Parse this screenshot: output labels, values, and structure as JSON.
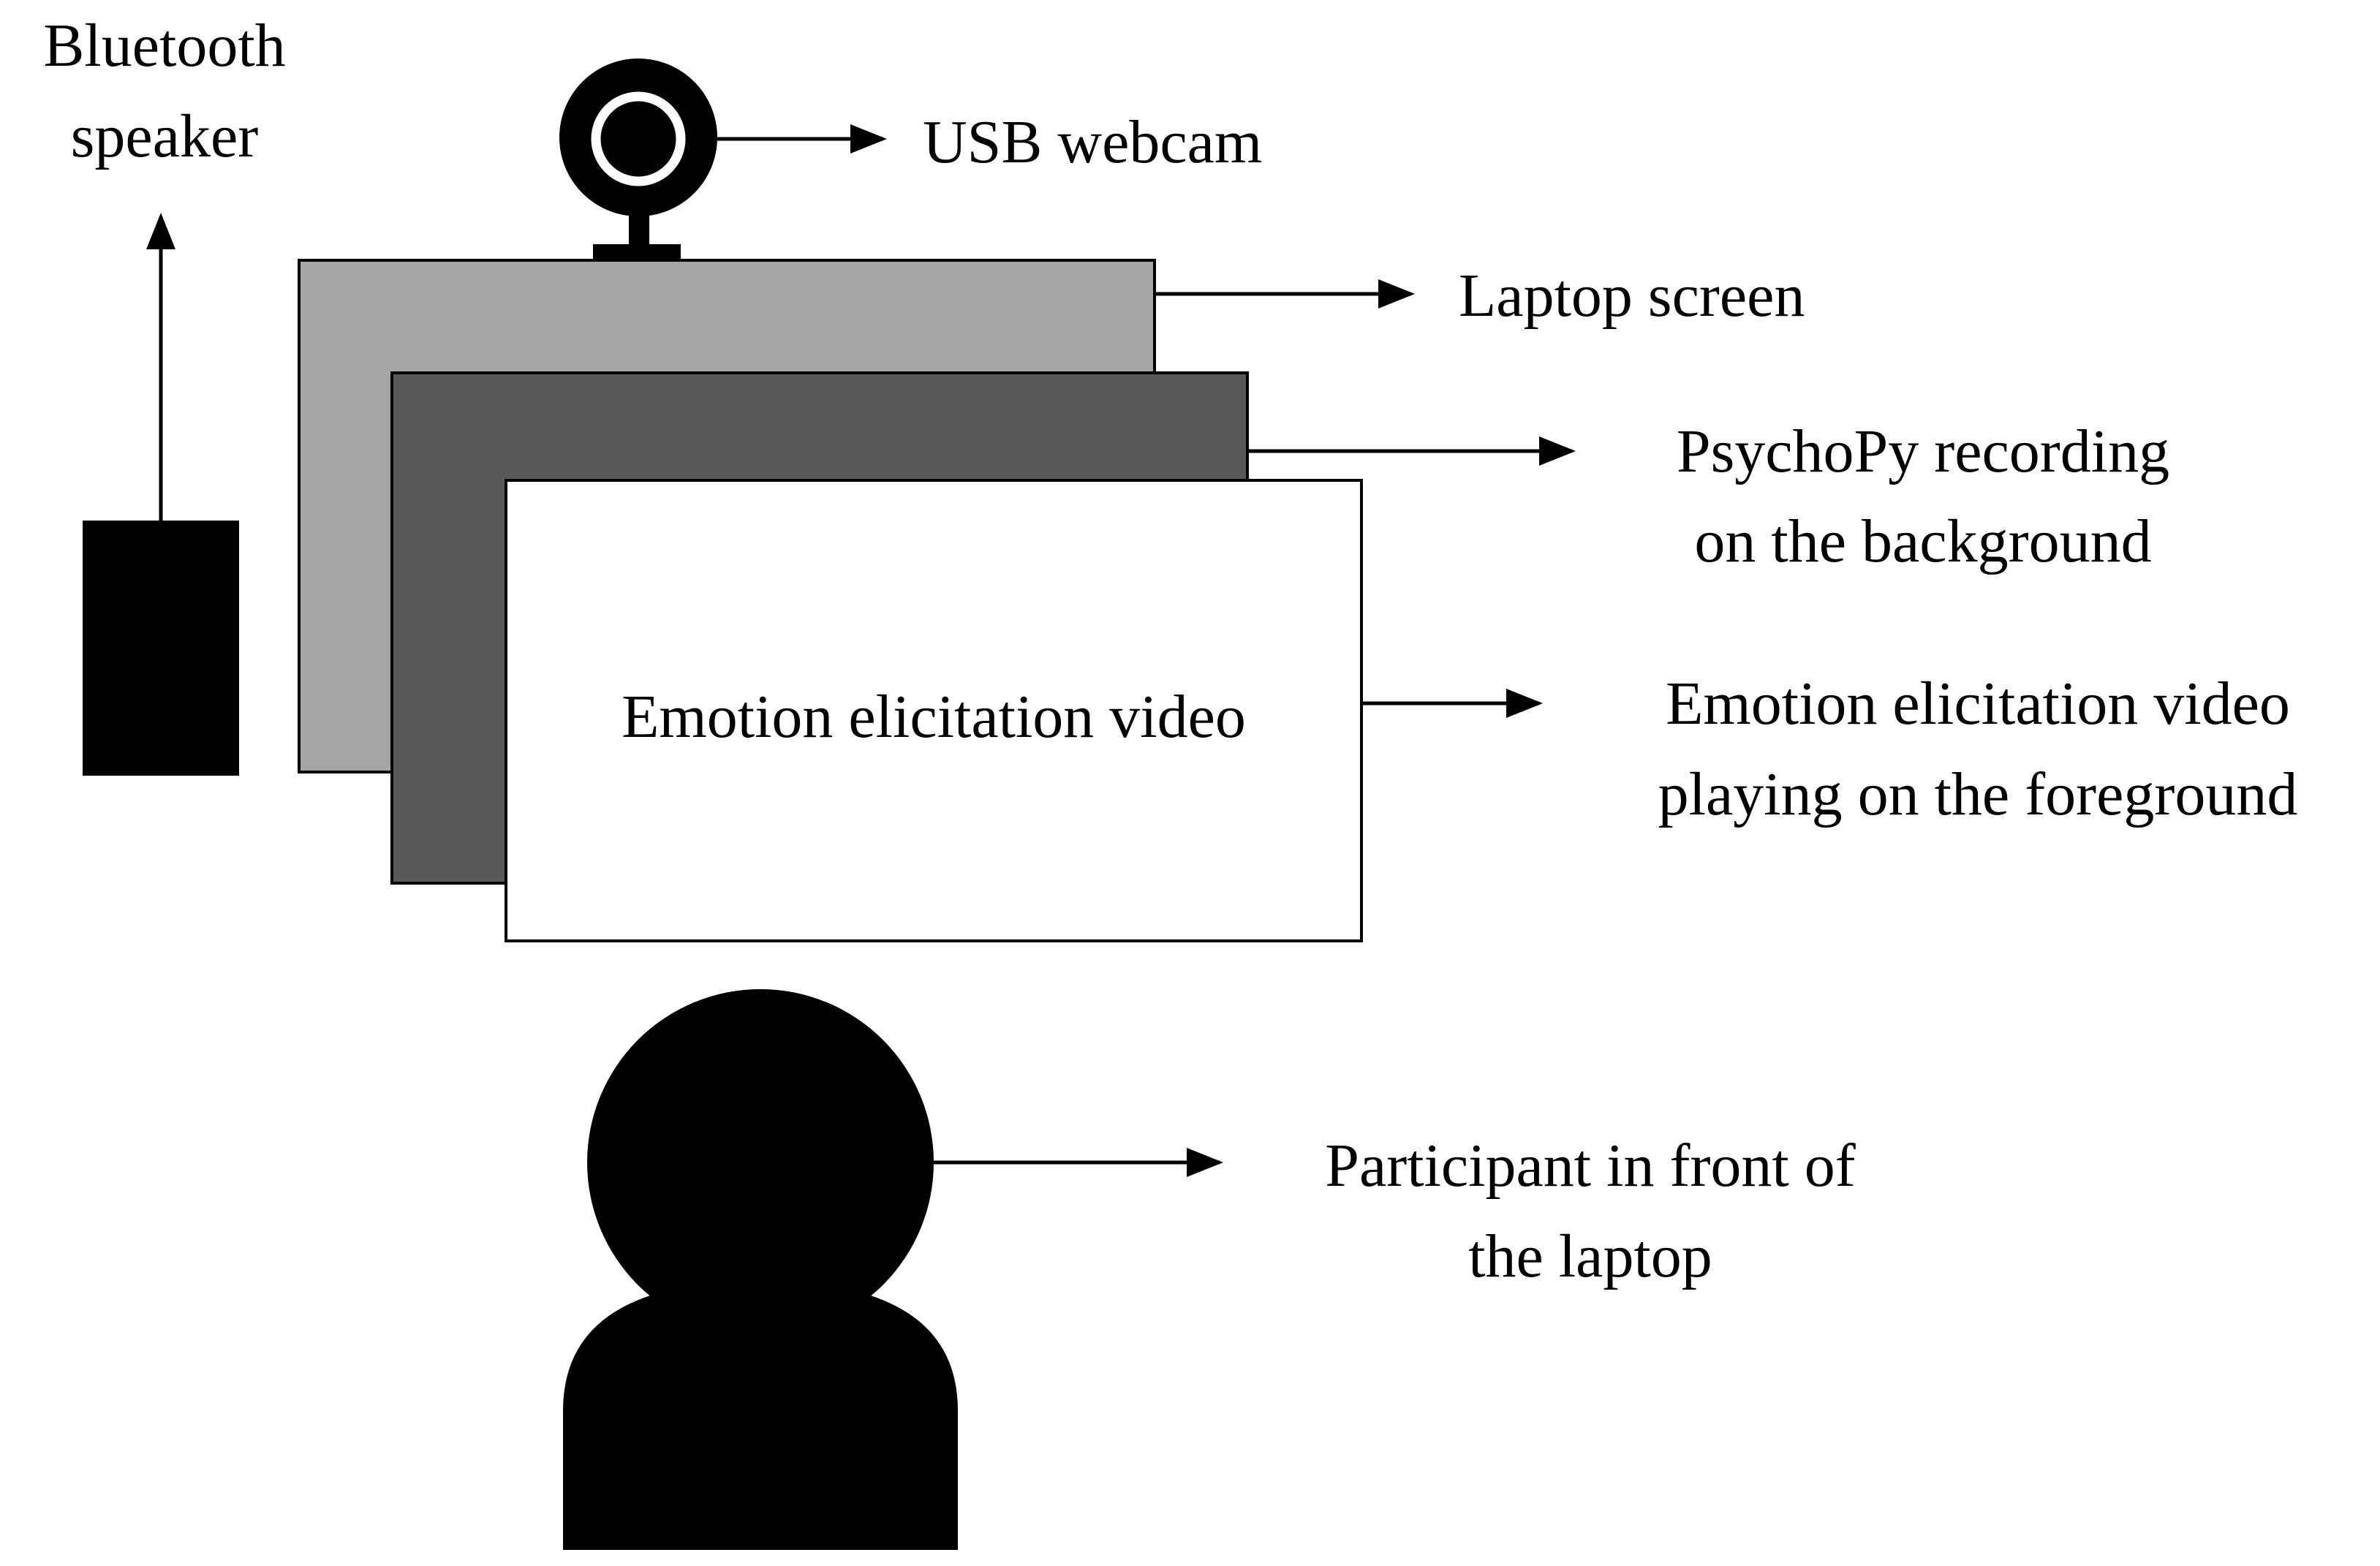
{
  "labels": {
    "speaker_line1": "Bluetooth",
    "speaker_line2": "speaker",
    "webcam": "USB webcam",
    "laptop_screen": "Laptop screen",
    "psychopy_line1": "PsychoPy recording",
    "psychopy_line2": "on the background",
    "video_box": "Emotion elicitation video",
    "video_line1": "Emotion elicitation video",
    "video_line2": "playing on the foreground",
    "participant_line1": "Participant in front of",
    "participant_line2": "the laptop"
  },
  "colors": {
    "laptop_screen": "#a6a6a6",
    "psychopy_window": "#595959",
    "video_window": "#ffffff",
    "ink": "#000000"
  }
}
